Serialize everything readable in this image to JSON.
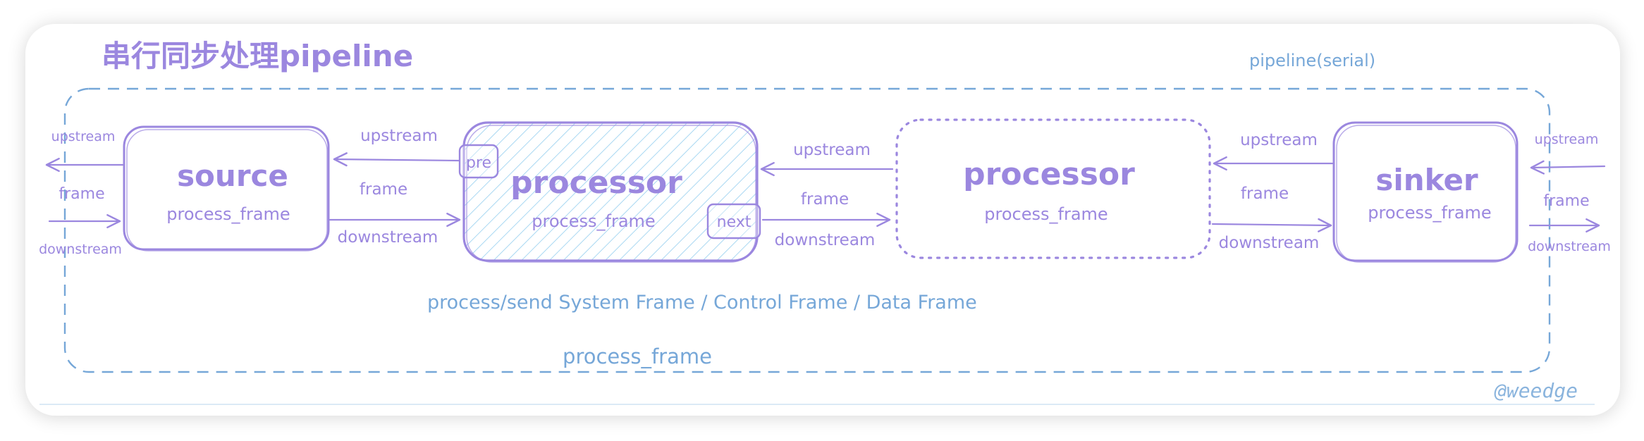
{
  "title": "串行同步处理pipeline",
  "pipeline_label": "pipeline(serial)",
  "bottom_label": "process/send System Frame / Control Frame / Data Frame",
  "process_frame_label": "process_frame",
  "watermark": "@weedge",
  "nodes": {
    "source": {
      "name": "source",
      "method": "process_frame"
    },
    "processor1": {
      "name": "processor",
      "method": "process_frame",
      "pre": "pre",
      "next": "next"
    },
    "processor2": {
      "name": "processor",
      "method": "process_frame"
    },
    "sinker": {
      "name": "sinker",
      "method": "process_frame"
    }
  },
  "edges": {
    "left": {
      "upstream": "upstream",
      "frame": "frame",
      "downstream": "downstream"
    },
    "e1": {
      "upstream": "upstream",
      "frame": "frame",
      "downstream": "downstream"
    },
    "e2": {
      "upstream": "upstream",
      "frame": "frame",
      "downstream": "downstream"
    },
    "e3": {
      "upstream": "upstream",
      "frame": "frame",
      "downstream": "downstream"
    },
    "right": {
      "upstream": "upstream",
      "frame": "frame",
      "downstream": "downstream"
    }
  },
  "colors": {
    "purple": "#9b87df",
    "blue": "#76a7d8",
    "hatch": "#a9d8f2"
  }
}
